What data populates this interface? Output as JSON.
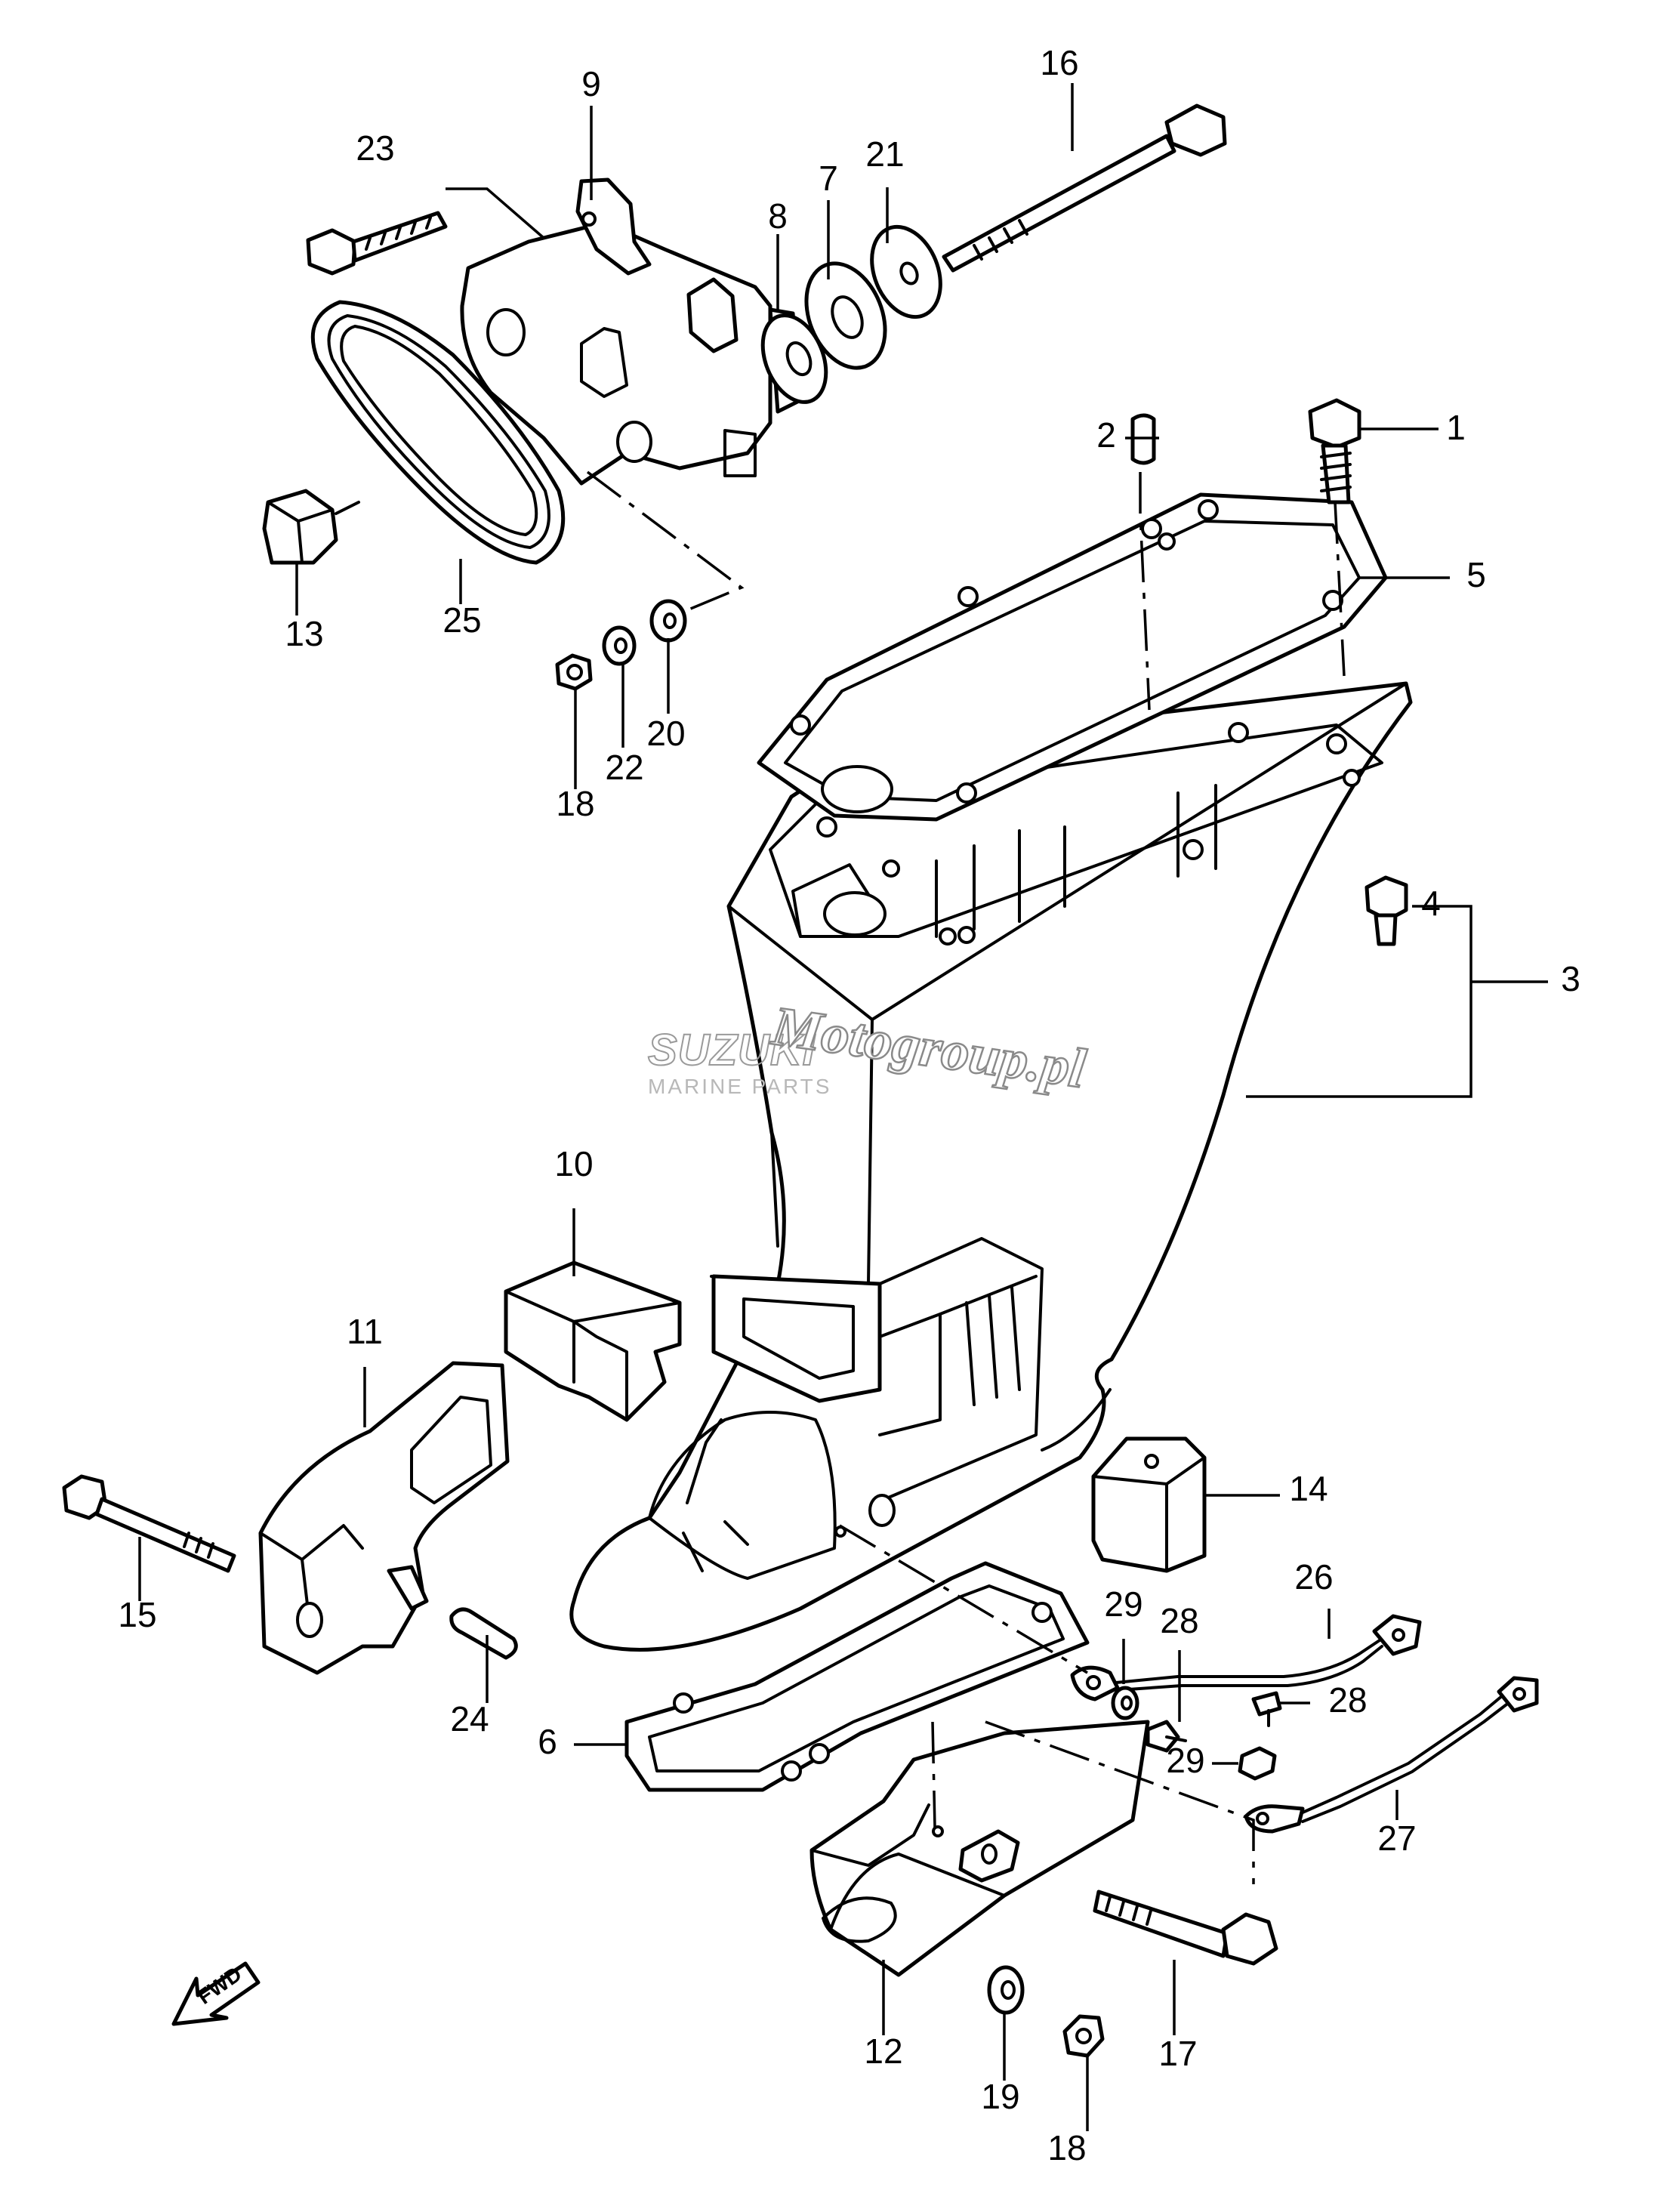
{
  "callouts": [
    {
      "id": "1",
      "label": "1"
    },
    {
      "id": "2",
      "label": "2"
    },
    {
      "id": "3",
      "label": "3"
    },
    {
      "id": "4",
      "label": "4"
    },
    {
      "id": "5",
      "label": "5"
    },
    {
      "id": "6",
      "label": "6"
    },
    {
      "id": "7",
      "label": "7"
    },
    {
      "id": "8",
      "label": "8"
    },
    {
      "id": "9",
      "label": "9"
    },
    {
      "id": "10",
      "label": "10"
    },
    {
      "id": "11",
      "label": "11"
    },
    {
      "id": "12",
      "label": "12"
    },
    {
      "id": "13",
      "label": "13"
    },
    {
      "id": "14",
      "label": "14"
    },
    {
      "id": "15",
      "label": "15"
    },
    {
      "id": "16",
      "label": "16"
    },
    {
      "id": "17",
      "label": "17"
    },
    {
      "id": "18a",
      "label": "18"
    },
    {
      "id": "18b",
      "label": "18"
    },
    {
      "id": "19",
      "label": "19"
    },
    {
      "id": "20",
      "label": "20"
    },
    {
      "id": "21",
      "label": "21"
    },
    {
      "id": "22",
      "label": "22"
    },
    {
      "id": "23",
      "label": "23"
    },
    {
      "id": "24",
      "label": "24"
    },
    {
      "id": "25",
      "label": "25"
    },
    {
      "id": "26",
      "label": "26"
    },
    {
      "id": "27",
      "label": "27"
    },
    {
      "id": "28a",
      "label": "28"
    },
    {
      "id": "28b",
      "label": "28"
    },
    {
      "id": "29a",
      "label": "29"
    },
    {
      "id": "29b",
      "label": "29"
    }
  ],
  "watermark": {
    "brand": "SUZUKI",
    "subtitle": "MARINE PARTS",
    "site": "Motogroup.pl"
  },
  "fwd_label": "FWD"
}
